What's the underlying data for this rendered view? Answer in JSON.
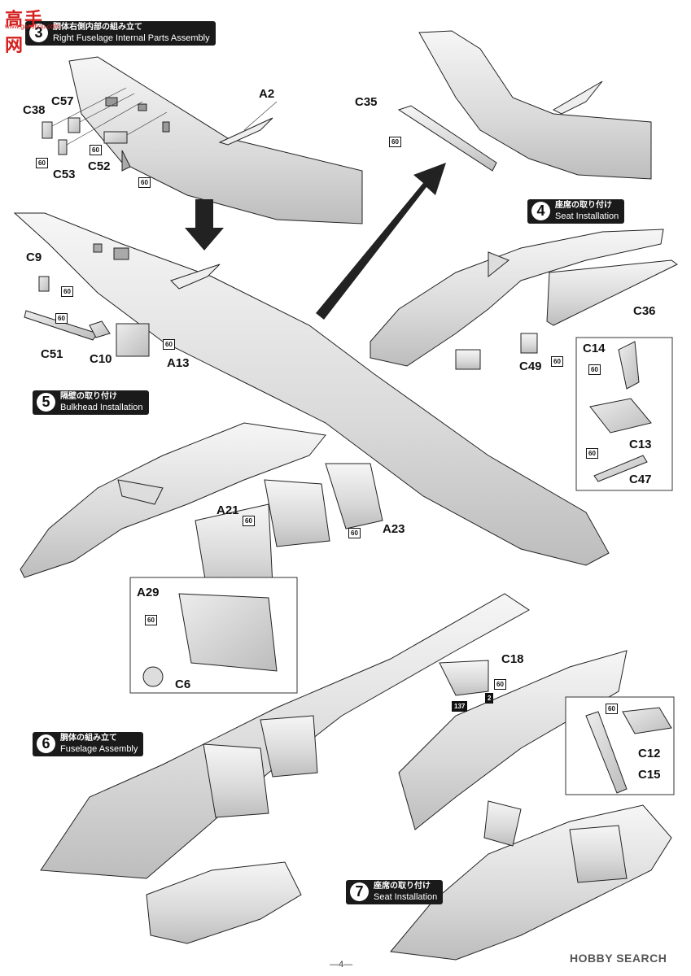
{
  "watermark": {
    "logo_cn": "高手网",
    "logo_url": "www.gaoshou.com",
    "brand": "HOBBY SEARCH"
  },
  "steps": [
    {
      "num": "3",
      "jp": "胴体右側内部の組み立て",
      "en": "Right Fuselage Internal Parts Assembly"
    },
    {
      "num": "4",
      "jp": "座席の取り付け",
      "en": "Seat Installation"
    },
    {
      "num": "5",
      "jp": "隔壁の取り付け",
      "en": "Bulkhead Installation"
    },
    {
      "num": "6",
      "jp": "胴体の組み立て",
      "en": "Fuselage Assembly"
    },
    {
      "num": "7",
      "jp": "座席の取り付け",
      "en": "Seat Installation"
    }
  ],
  "parts": {
    "c38": "C38",
    "c57": "C57",
    "c53": "C53",
    "c52": "C52",
    "a2": "A2",
    "c35": "C35",
    "c9": "C9",
    "c51": "C51",
    "c10": "C10",
    "a13": "A13",
    "c36": "C36",
    "c14": "C14",
    "c49": "C49",
    "c13": "C13",
    "c47": "C47",
    "a21": "A21",
    "a23": "A23",
    "a29": "A29",
    "c6": "C6",
    "c18": "C18",
    "c12": "C12",
    "c15": "C15"
  },
  "color_tags": {
    "c60": "60",
    "c137": "137",
    "c2": "2"
  },
  "page_number": "—4—"
}
